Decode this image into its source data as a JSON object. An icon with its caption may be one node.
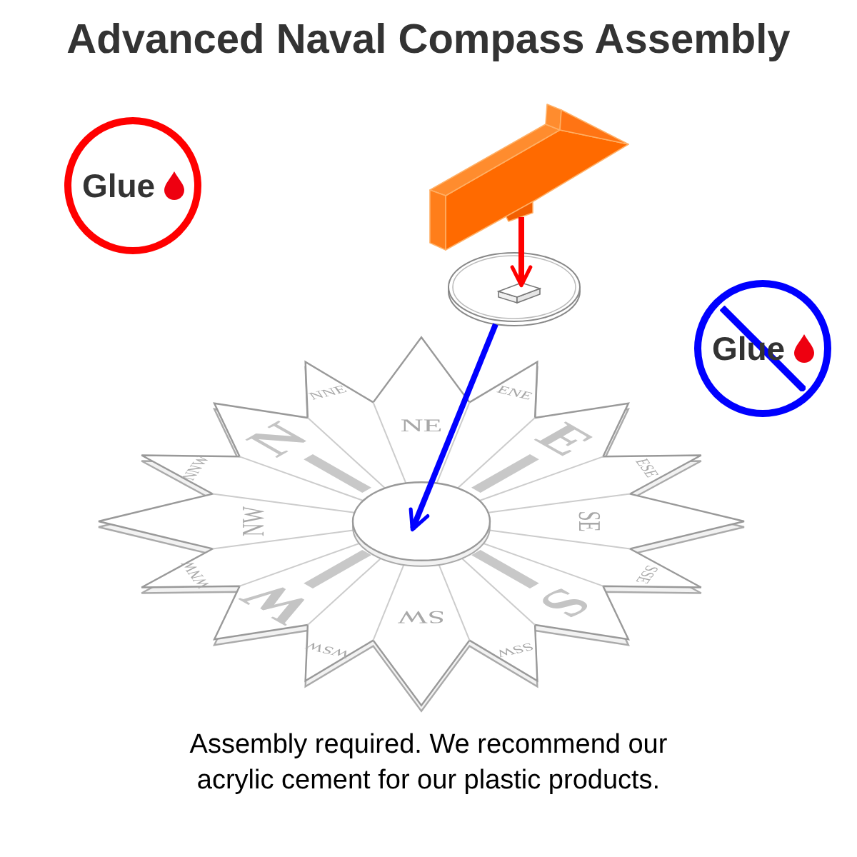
{
  "diagram": {
    "title": "Advanced Naval Compass Assembly",
    "caption": "Assembly required. We recommend our acrylic cement for our plastic products.",
    "nodes": [
      {
        "text": [
          "Glue"
        ]
      },
      {
        "text": [],
        "shape": "picture"
      },
      {
        "text": [],
        "shape": "picture"
      },
      {
        "text": [],
        "shape": "box",
        "in": 2
      },
      {
        "text": [
          "Glue"
        ]
      },
      {
        "text": [],
        "shape": "picture"
      },
      {
        "text": [],
        "shape": "circle",
        "in": 5
      }
    ],
    "edges": [
      {
        "from": 1,
        "to": 3,
        "arrow": "to",
        "color": "#ff0000"
      },
      {
        "from": 2,
        "to": 6,
        "arrow": "to",
        "color": "#0000ff"
      }
    ],
    "labels": [
      "N",
      "NNE",
      "NE",
      "ENE",
      "E",
      "ESE",
      "SE",
      "SSE",
      "S",
      "SSW",
      "SW",
      "WSW",
      "W",
      "WNW",
      "NW",
      "NNW"
    ]
  }
}
